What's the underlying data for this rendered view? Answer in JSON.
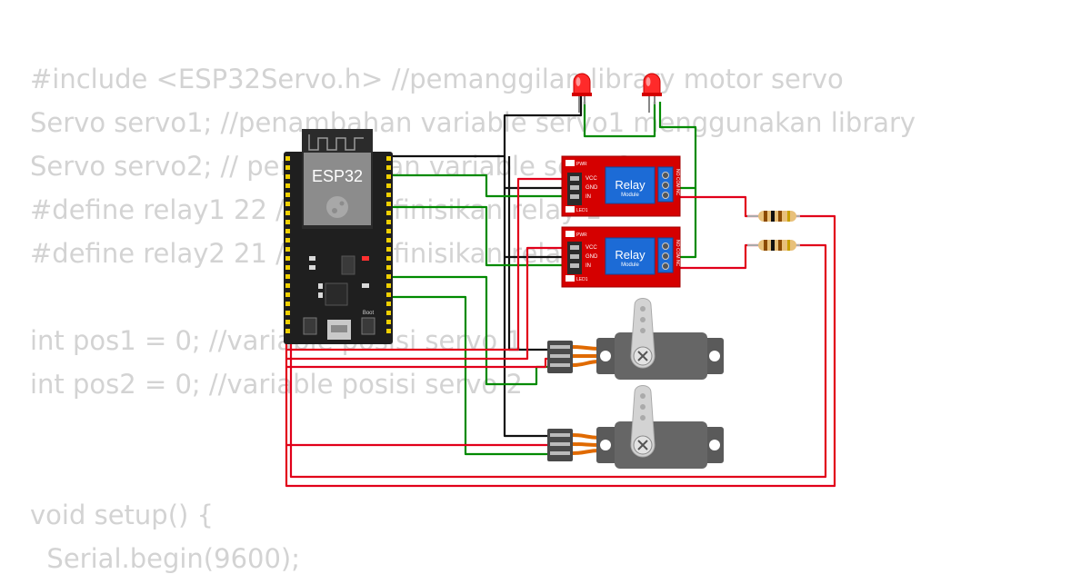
{
  "code": {
    "lines": [
      "#include <ESP32Servo.h> //pemanggilan library motor servo",
      "Servo servo1; //penambahan variable servo1 menggunakan library",
      "Servo servo2; // penambahan variable servo2",
      "#define relay1 22 // mendefinisikan relay 1",
      "#define relay2 21 // mendefinisikan relay 2",
      "",
      "int pos1 = 0; //variable posisi servo 1",
      "int pos2 = 0; //variable posisi servo 2",
      "",
      "void setup() {",
      "  Serial.begin(9600);"
    ]
  },
  "board": {
    "label": "ESP32",
    "boot_label": "Boot"
  },
  "relays": [
    {
      "title": "Relay",
      "subtitle": "Module",
      "pins": [
        "VCC",
        "GND",
        "IN"
      ],
      "pwr": "PWR",
      "led": "LED1",
      "terminals": "NO COM NC"
    },
    {
      "title": "Relay",
      "subtitle": "Module",
      "pins": [
        "VCC",
        "GND",
        "IN"
      ],
      "pwr": "PWR",
      "led": "LED1",
      "terminals": "NO COM NC"
    }
  ],
  "colors": {
    "wire_red": "#e1001a",
    "wire_green": "#008a00",
    "wire_black": "#111111",
    "board": "#1f1f1f",
    "relay": "#d50000",
    "servo": "#5a5a5a",
    "led": "#ff2a2a"
  }
}
